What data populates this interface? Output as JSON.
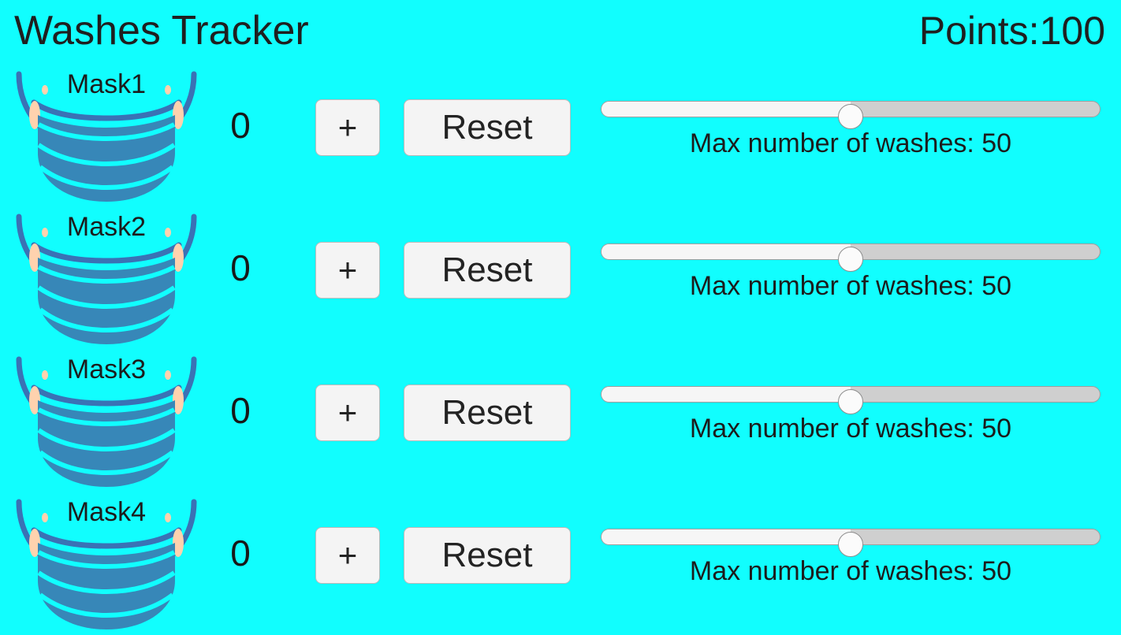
{
  "header": {
    "title": "Washes Tracker",
    "points_label": "Points:100"
  },
  "colors": {
    "background": "#11FEFE",
    "mask_body": "#3787b8",
    "mask_strap": "#3a72b5",
    "mask_ear": "#ffd2ae",
    "pleat_line": "#11FEFE",
    "button_face": "#f4f4f4",
    "button_border": "#b9b9b9",
    "slider_track": "#cfcfcf",
    "slider_fill": "#f6f6f6",
    "slider_thumb": "#fbfbfb",
    "text": "#1c1c1c"
  },
  "common": {
    "plus_label": "+",
    "reset_label": "Reset",
    "slider_caption_prefix": "Max number of washes:",
    "mask_icon_name": "face-mask-icon"
  },
  "rows": [
    {
      "mask_label": "Mask1",
      "count": "0",
      "plus_label": "+",
      "reset_label": "Reset",
      "slider_caption": "Max number of washes: 50",
      "slider_value": 50,
      "slider_min": 0,
      "slider_max": 100,
      "slider_percent": 50
    },
    {
      "mask_label": "Mask2",
      "count": "0",
      "plus_label": "+",
      "reset_label": "Reset",
      "slider_caption": "Max number of washes: 50",
      "slider_value": 50,
      "slider_min": 0,
      "slider_max": 100,
      "slider_percent": 50
    },
    {
      "mask_label": "Mask3",
      "count": "0",
      "plus_label": "+",
      "reset_label": "Reset",
      "slider_caption": "Max number of washes: 50",
      "slider_value": 50,
      "slider_min": 0,
      "slider_max": 100,
      "slider_percent": 50
    },
    {
      "mask_label": "Mask4",
      "count": "0",
      "plus_label": "+",
      "reset_label": "Reset",
      "slider_caption": "Max number of washes: 50",
      "slider_value": 50,
      "slider_min": 0,
      "slider_max": 100,
      "slider_percent": 50
    }
  ]
}
